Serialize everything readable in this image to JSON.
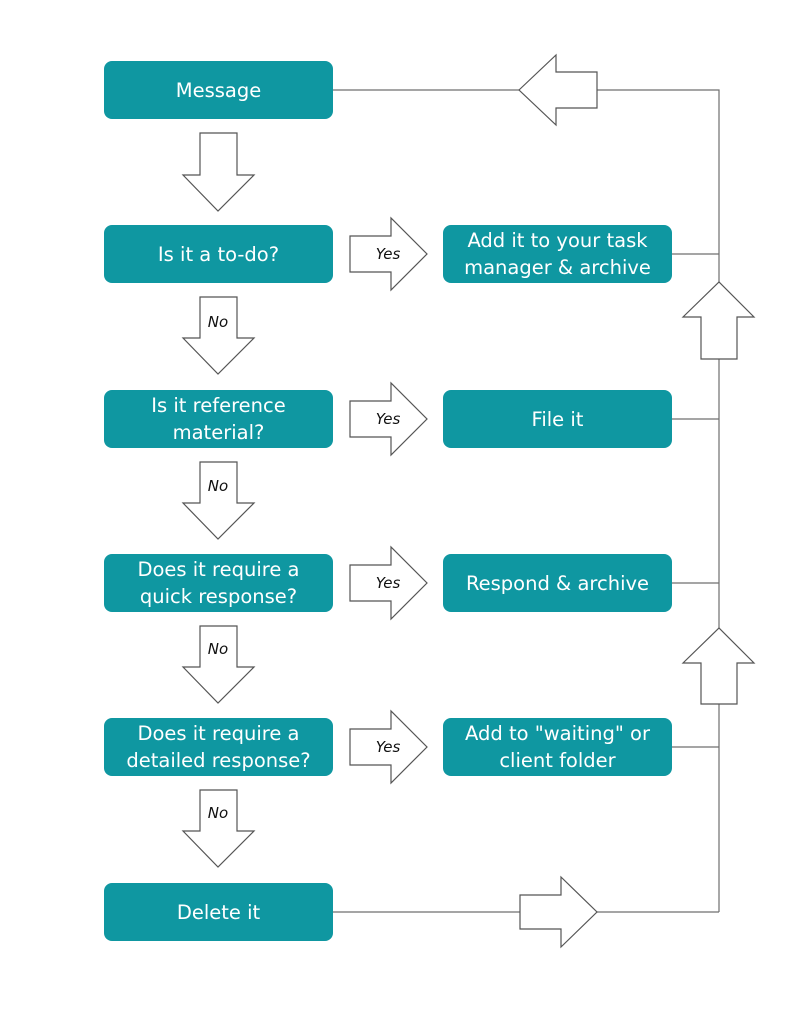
{
  "colors": {
    "box_fill": "#0f97a1",
    "box_text": "#ffffff",
    "outline": "#555555"
  },
  "boxes": {
    "message": "Message",
    "todo": "Is it a to-do?",
    "reference": "Is it reference\nmaterial?",
    "quick": "Does it require a\nquick response?",
    "detailed": "Does it require a\ndetailed response?",
    "delete": "Delete it",
    "task_manager": "Add it to your task\nmanager & archive",
    "file": "File it",
    "respond": "Respond & archive",
    "waiting": "Add to \"waiting\" or\nclient folder"
  },
  "labels": {
    "yes": "Yes",
    "no": "No"
  }
}
